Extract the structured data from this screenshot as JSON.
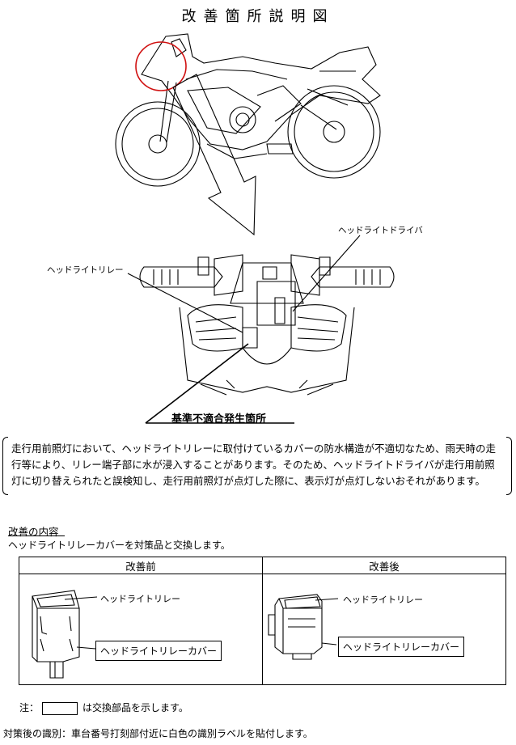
{
  "title": "改善箇所説明図",
  "labels": {
    "driver": "ヘッドライトドライバ",
    "relay": "ヘッドライトリレー",
    "defect_location": "基準不適合発生箇所"
  },
  "description": "走行用前照灯において、ヘッドライトリレーに取付けているカバーの防水構造が不適切なため、雨天時の走行等により、リレー端子部に水が浸入することがあります。そのため、ヘッドライトドライバが走行用前照灯に切り替えられたと誤検知し、走行用前照灯が点灯した際に、表示灯が点灯しないおそれがあります。",
  "improvement": {
    "heading": "改善の内容",
    "text": "ヘッドライトリレーカバーを対策品と交換します。",
    "before": {
      "header": "改善前",
      "relay_label": "ヘッドライトリレー",
      "cover_label": "ヘッドライトリレーカバー"
    },
    "after": {
      "header": "改善後",
      "relay_label": "ヘッドライトリレー",
      "cover_label": "ヘッドライトリレーカバー"
    }
  },
  "note": {
    "prefix": "注：",
    "suffix": "は交換部品を示します。"
  },
  "identification": "対策後の識別：車台番号打刻部付近に白色の識別ラベルを貼付します。",
  "colors": {
    "highlight_circle": "#d01010",
    "line": "#000000"
  }
}
